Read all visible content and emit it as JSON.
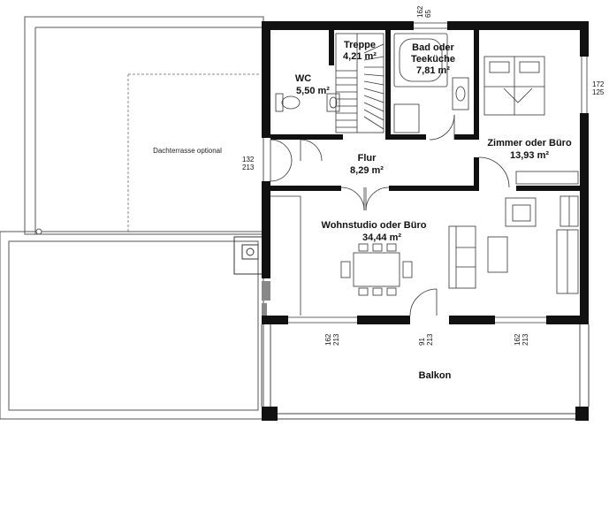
{
  "rooms": {
    "wc": {
      "name": "WC",
      "area": "5,50 m²"
    },
    "treppe": {
      "name": "Treppe",
      "area": "4,21 m²"
    },
    "bad": {
      "name_line1": "Bad oder",
      "name_line2": "Teeküche",
      "area": "7,81 m²"
    },
    "zimmer": {
      "name": "Zimmer oder Büro",
      "area": "13,93 m²"
    },
    "flur": {
      "name": "Flur",
      "area": "8,29 m²"
    },
    "wohnstudio": {
      "name": "Wohnstudio oder Büro",
      "area": "34,44 m²"
    },
    "balkon": {
      "name": "Balkon"
    },
    "dachterrasse": {
      "name": "Dachterrasse optional"
    }
  },
  "dimensions": {
    "top_window": {
      "w": "162",
      "h": "65"
    },
    "right_window": {
      "w": "172",
      "h": "125"
    },
    "left_door": {
      "w": "132",
      "h": "213"
    },
    "balkon_window_left": {
      "w": "162",
      "h": "213"
    },
    "balkon_door": {
      "w": "91",
      "h": "213"
    },
    "balkon_window_right": {
      "w": "162",
      "h": "213"
    }
  }
}
